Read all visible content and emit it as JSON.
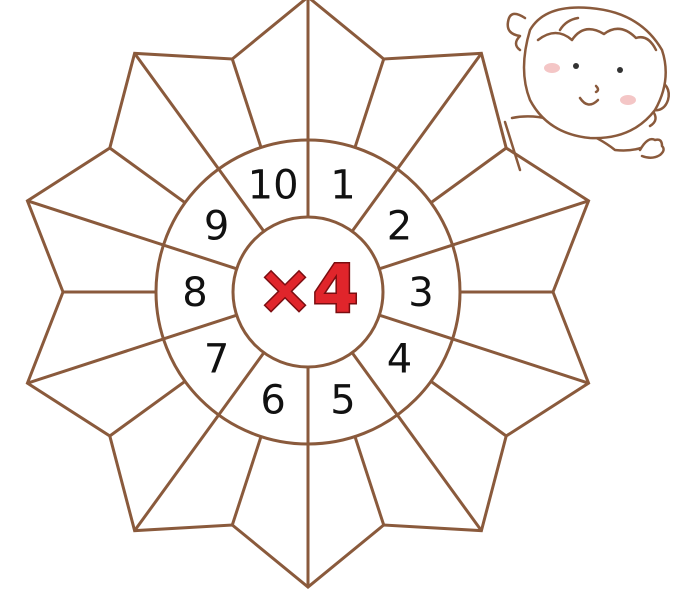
{
  "worksheet": {
    "multiplier_label": "×4",
    "numbers": [
      "1",
      "2",
      "3",
      "4",
      "5",
      "6",
      "7",
      "8",
      "9",
      "10"
    ],
    "colors": {
      "outline": "#8a5a3c",
      "multiplier_fill": "#e0252b",
      "multiplier_stroke": "#7a0d10",
      "text": "#111111",
      "cheek": "#f4c6c6"
    },
    "illustration": {
      "icon": "girl-cartoon-icon"
    }
  }
}
